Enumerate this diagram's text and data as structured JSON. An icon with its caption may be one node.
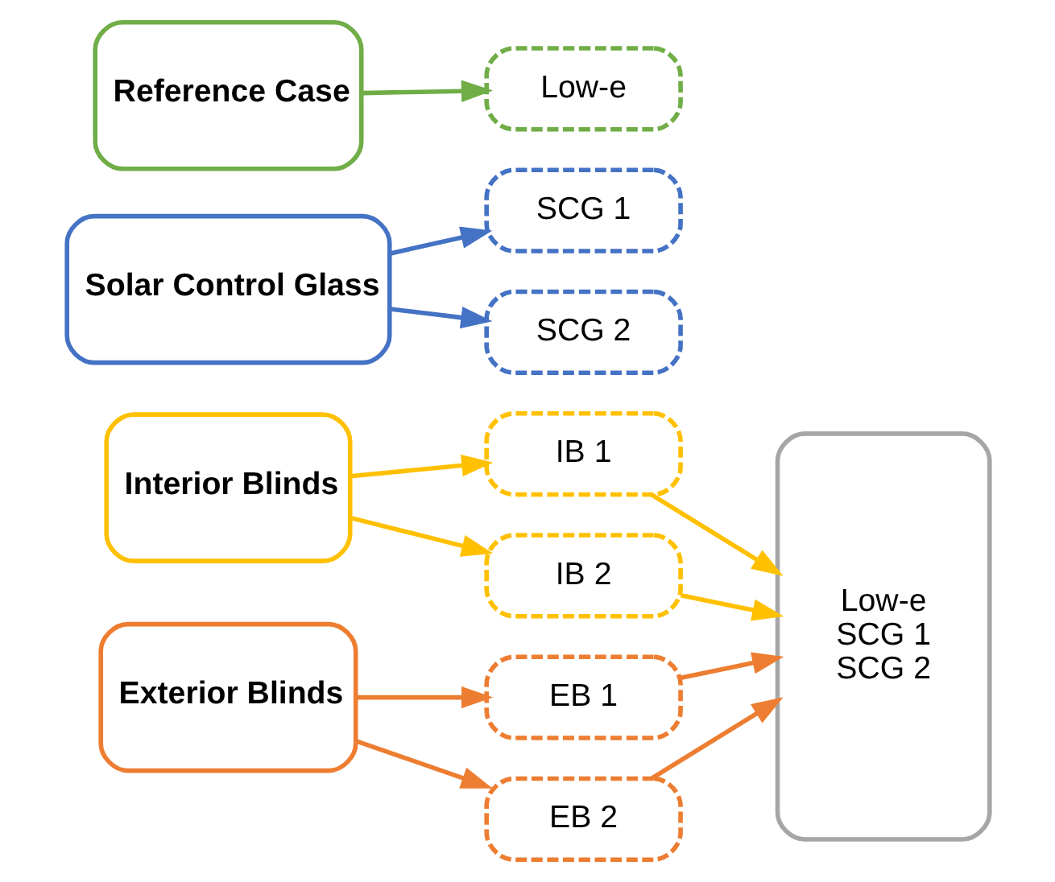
{
  "diagram": {
    "nodes": [
      {
        "text": [
          "Reference Case"
        ]
      },
      {
        "text": [
          "Low-e"
        ]
      },
      {
        "text": [
          "Solar Control Glass"
        ]
      },
      {
        "text": [
          "SCG 1"
        ]
      },
      {
        "text": [
          "SCG 2"
        ]
      },
      {
        "text": [
          "Interior Blinds"
        ]
      },
      {
        "text": [
          "IB 1"
        ]
      },
      {
        "text": [
          "IB 2"
        ]
      },
      {
        "text": [
          "Exterior Blinds"
        ]
      },
      {
        "text": [
          "EB 1"
        ]
      },
      {
        "text": [
          "EB 2"
        ]
      },
      {
        "text": [
          "Low-e",
          "SCG 1",
          "SCG 2"
        ]
      }
    ],
    "edges": [
      {
        "from": 0,
        "to": 1,
        "arrow": "to",
        "color": "#70ad47"
      },
      {
        "from": 2,
        "to": 3,
        "arrow": "to",
        "color": "#4472c4"
      },
      {
        "from": 2,
        "to": 4,
        "arrow": "to",
        "color": "#4472c4"
      },
      {
        "from": 5,
        "to": 6,
        "arrow": "to",
        "color": "#ffc000"
      },
      {
        "from": 5,
        "to": 7,
        "arrow": "to",
        "color": "#ffc000"
      },
      {
        "from": 8,
        "to": 9,
        "arrow": "to",
        "color": "#ed7d31"
      },
      {
        "from": 8,
        "to": 10,
        "arrow": "to",
        "color": "#ed7d31"
      },
      {
        "from": 6,
        "to": 11,
        "arrow": "to",
        "color": "#ffc000"
      },
      {
        "from": 7,
        "to": 11,
        "arrow": "to",
        "color": "#ffc000"
      },
      {
        "from": 9,
        "to": 11,
        "arrow": "to",
        "color": "#ed7d31"
      },
      {
        "from": 10,
        "to": 11,
        "arrow": "to",
        "color": "#ed7d31"
      }
    ]
  }
}
